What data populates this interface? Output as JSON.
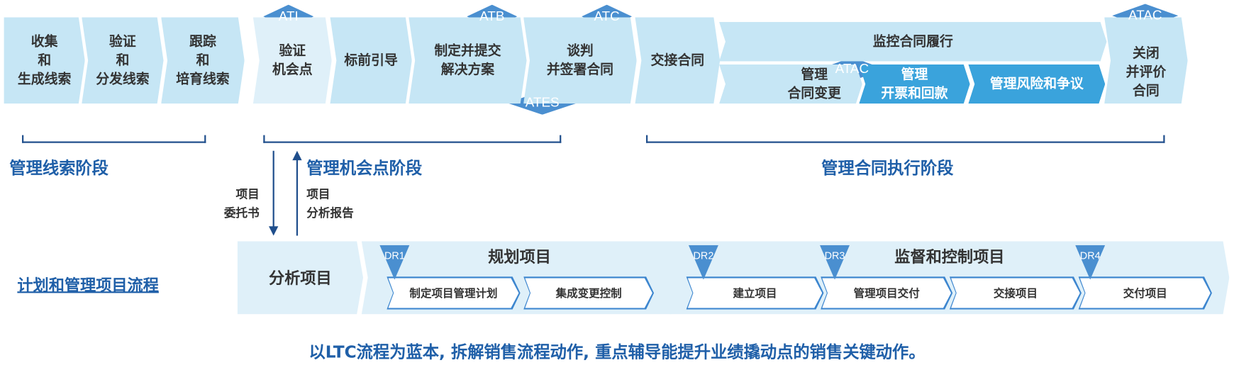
{
  "top_steps": [
    {
      "label": "收集\n和\n生成线索"
    },
    {
      "label": "验证\n和\n分发线索"
    },
    {
      "label": "跟踪\n和\n培育线索"
    },
    {
      "label": "验证\n机会点"
    },
    {
      "label": "标前引导"
    },
    {
      "label": "制定并提交\n解决方案"
    },
    {
      "label": "谈判\n并签署合同"
    },
    {
      "label": "交接合同"
    },
    {
      "label": "监控合同履行"
    },
    {
      "label": "管理\n合同变更"
    },
    {
      "label": "管理\n开票和回款"
    },
    {
      "label": "管理风险和争议"
    },
    {
      "label": "关闭\n并评价\n合同"
    }
  ],
  "milestones": [
    "ATI",
    "ATB",
    "ATC",
    "ATES",
    "ATAC",
    "ATAC"
  ],
  "phases": [
    "管理线索阶段",
    "管理机会点阶段",
    "管理合同执行阶段"
  ],
  "handoffs": {
    "down": "项目\n委托书",
    "up": "项目\n分析报告"
  },
  "project_flow": {
    "title": "计划和管理项目流程",
    "analyze": "分析项目",
    "plan": {
      "title": "规划项目",
      "steps": [
        "制定项目管理计划",
        "集成变更控制"
      ]
    },
    "monitor": {
      "title": "监督和控制项目",
      "steps": [
        "建立项目",
        "管理项目交付",
        "交接项目",
        "交付项目"
      ]
    },
    "decision_reviews": [
      "DR1",
      "DR2",
      "DR3",
      "DR4"
    ]
  },
  "footer": "以LTC流程为蓝本, 拆解销售流程动作, 重点辅导能提升业绩撬动点的销售关键动作。"
}
